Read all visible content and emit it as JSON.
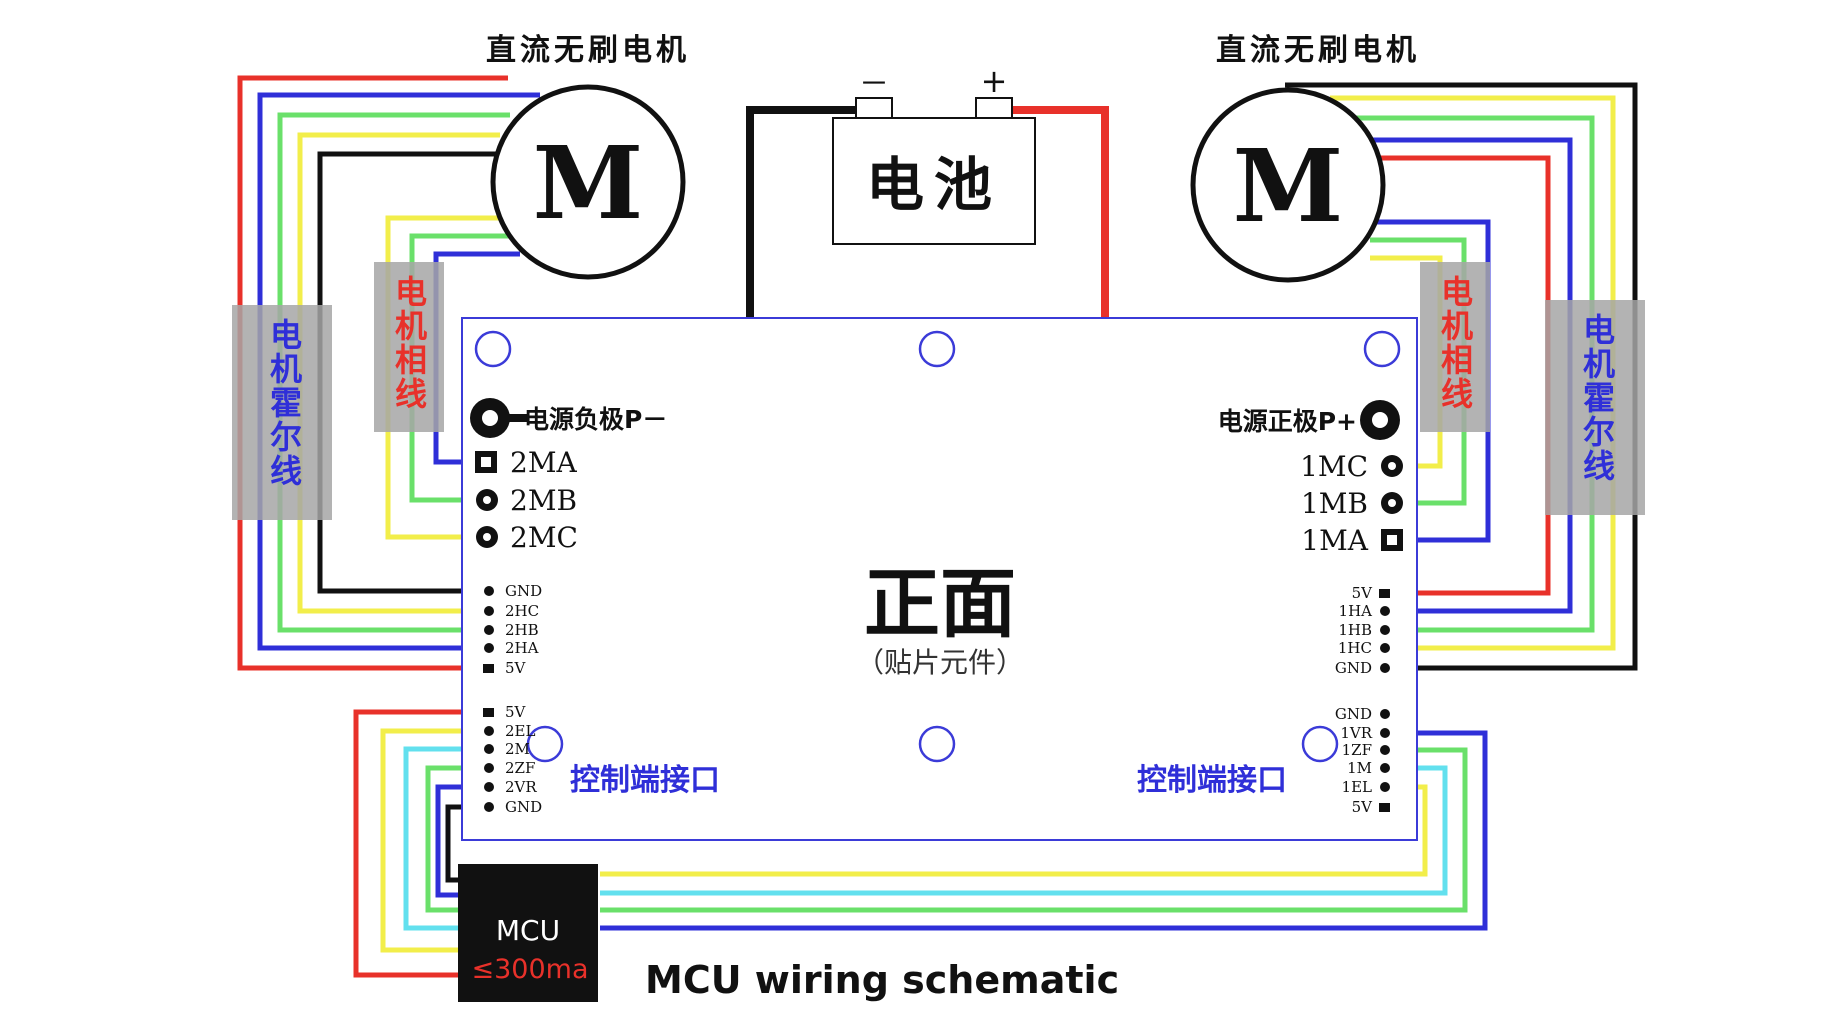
{
  "motor_left": {
    "title": "直流无刷电机",
    "symbol": "M"
  },
  "motor_right": {
    "title": "直流无刷电机",
    "symbol": "M"
  },
  "battery": {
    "label": "电池",
    "minus": "－",
    "plus": "+"
  },
  "side_labels": {
    "phase": "电机相线",
    "hall": "电机霍尔线"
  },
  "board": {
    "front_title": "正面",
    "front_subtitle": "（贴片元件）",
    "power_neg": "电源负极P－",
    "power_pos": "电源正极P+",
    "control_port": "控制端接口"
  },
  "phase_pins_left": [
    "2MA",
    "2MB",
    "2MC"
  ],
  "phase_pins_right": [
    "1MC",
    "1MB",
    "1MA"
  ],
  "hall_pins_left": [
    "GND",
    "2HC",
    "2HB",
    "2HA",
    "5V"
  ],
  "hall_pins_right": [
    "5V",
    "1HA",
    "1HB",
    "1HC",
    "GND"
  ],
  "ctrl_pins_left": [
    "5V",
    "2EL",
    "2M",
    "2ZF",
    "2VR",
    "GND"
  ],
  "ctrl_pins_right": [
    "GND",
    "1VR",
    "1ZF",
    "1M",
    "1EL",
    "5V"
  ],
  "mcu": {
    "label": "MCU",
    "current": "≤300ma"
  },
  "caption": "MCU wiring schematic",
  "colors": {
    "red": "#e8312a",
    "blue": "#2f2fd8",
    "green": "#6ae06a",
    "yellow": "#f2ee4a",
    "cyan": "#62e0ee",
    "black": "#111111",
    "board_border": "#3b3bd8",
    "label_bg": "#a6a6a6",
    "phase_text": "#e8312a",
    "hall_text": "#2f2fd8"
  }
}
